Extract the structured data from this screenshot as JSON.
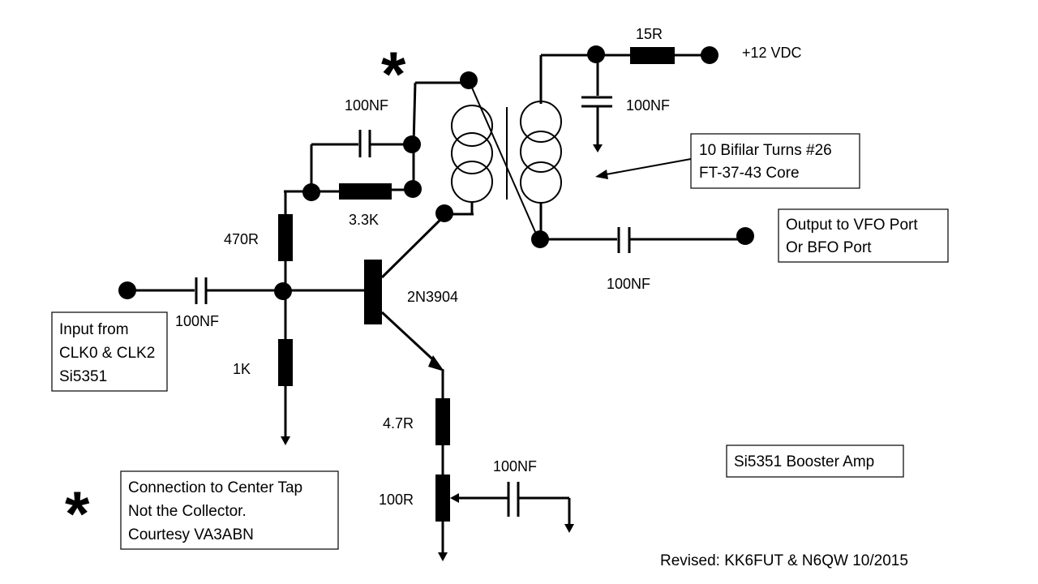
{
  "diagram": {
    "title": "Si5351 Booster Amp",
    "revision": "Revised: KK6FUT & N6QW 10/2015",
    "supply_label": "+12 VDC",
    "center_tap_marker": "*",
    "components": {
      "r_supply": "15R",
      "c_supply_bypass": "100NF",
      "c_feedback": "100NF",
      "r_feedback": "3.3K",
      "r_bias_top": "470R",
      "r_bias_bottom": "1K",
      "c_input": "100NF",
      "transistor": "2N3904",
      "c_output": "100NF",
      "r_emitter": "4.7R",
      "r_emitter_pot": "100R",
      "c_emitter_bypass": "100NF"
    },
    "transformer_note": {
      "line1": "10 Bifilar Turns #26",
      "line2": "FT-37-43 Core"
    },
    "output_note": {
      "line1": "Output to VFO Port",
      "line2": "Or BFO Port"
    },
    "input_note": {
      "line1": "Input from",
      "line2": "CLK0 & CLK2",
      "line3": "Si5351"
    },
    "footnote": {
      "marker": "*",
      "line1": "Connection to Center Tap",
      "line2": "Not the Collector.",
      "line3": "Courtesy VA3ABN"
    }
  }
}
